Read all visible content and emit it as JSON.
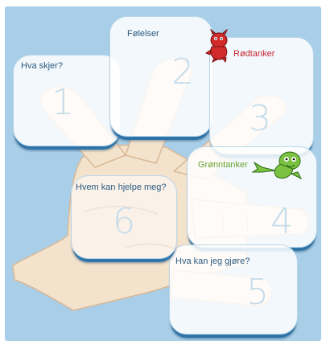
{
  "colors": {
    "background": "#a9cfe8",
    "card_shadow": "#2f74a8",
    "label_default": "#2b5a80",
    "label_red": "#c8262f",
    "label_green": "#6aa32f",
    "number": "#c4dcea",
    "hand": "#f3e3cc"
  },
  "cards": [
    {
      "number": "1",
      "label": "Hva skjer?"
    },
    {
      "number": "2",
      "label": "Følelser"
    },
    {
      "number": "3",
      "label": "Rødtanker",
      "figure": "red-thought-creature"
    },
    {
      "number": "4",
      "label": "Grønntanker",
      "figure": "green-thought-creature"
    },
    {
      "number": "5",
      "label": "Hva kan jeg gjøre?"
    },
    {
      "number": "6",
      "label": "Hvem kan hjelpe meg?"
    }
  ]
}
